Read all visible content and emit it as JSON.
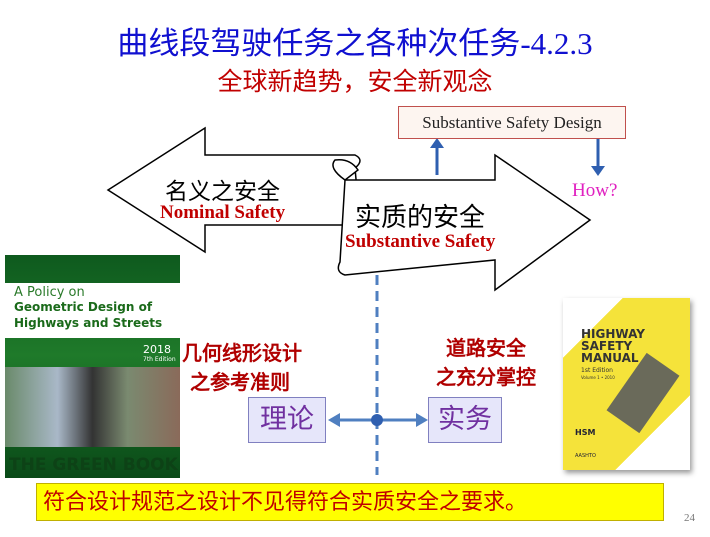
{
  "title": {
    "main": "曲线段驾驶任务之各种次任务",
    "num": "-4.2.3"
  },
  "subtitle": "全球新趋势，安全新观念",
  "design_box": "Substantive Safety Design",
  "how": "How?",
  "nominal": {
    "cn": "名义之安全",
    "en": "Nominal Safety"
  },
  "substantive": {
    "cn": "实质的安全",
    "en": "Substantive Safety"
  },
  "left_caption": [
    "几何线形设计",
    "之参考准则"
  ],
  "right_caption": [
    "道路安全",
    "之充分掌控"
  ],
  "theory": "理论",
  "practice": "实务",
  "book_left": {
    "line1": "A Policy on",
    "line2": "Geometric Design of",
    "line3": "Highways and Streets",
    "year": "2018",
    "edition": "7th Edition",
    "footer": "THE GREEN BOOK"
  },
  "book_right": {
    "line1": "HIGHWAY",
    "line2": "SAFETY",
    "line3": "MANUAL",
    "edition": "1st Edition",
    "volume": "Volume 1 • 2010",
    "logo": "HSM",
    "publisher": "AASHTO"
  },
  "bottom_note": "符合设计规范之设计不见得符合实质安全之要求。",
  "page_number": "24"
}
